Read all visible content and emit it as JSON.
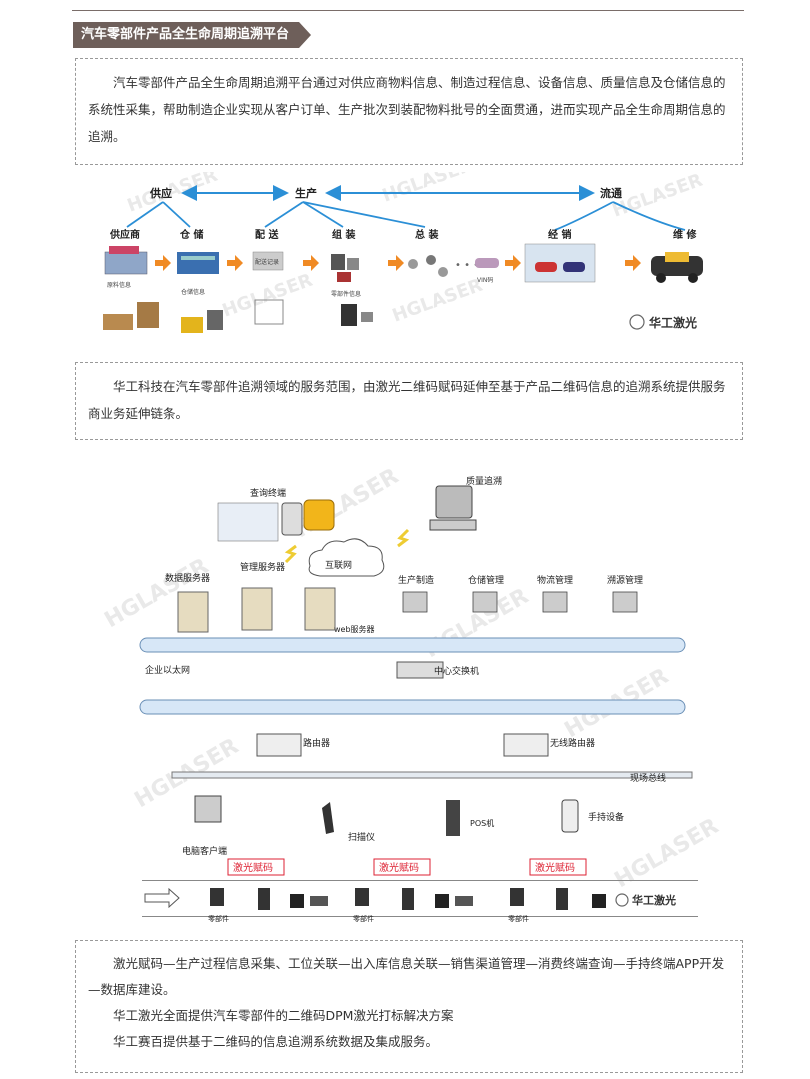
{
  "section": {
    "title": "汽车零部件产品全生命周期追溯平台",
    "intro": "汽车零部件产品全生命周期追溯平台通过对供应商物料信息、制造过程信息、设备信息、质量信息及仓储信息的系统性采集，帮助制造企业实现从客户订单、生产批次到装配物料批号的全面贯通，进而实现产品全生命周期信息的追溯。"
  },
  "flow_diagram": {
    "phases": [
      "供应",
      "生产",
      "流通"
    ],
    "nodes": [
      "供应商",
      "仓 储",
      "配 送",
      "组 装",
      "总 装",
      "经 销",
      "维 修"
    ],
    "sub_labels": [
      "原料信息",
      "仓储信息",
      "配送记录",
      "零部件信息",
      "VIN码"
    ],
    "watermark": "HGLASER",
    "brand": "华工激光"
  },
  "service_text": "华工科技在汽车零部件追溯领域的服务范围，由激光二维码赋码延伸至基于产品二维码信息的追溯系统提供服务商业务延伸链条。",
  "network_diagram": {
    "labels": {
      "query_terminal": "查询终端",
      "quality_trace": "质量追溯",
      "internet": "互联网",
      "data_server": "数据服务器",
      "mgmt_server": "管理服务器",
      "web_server": "web服务器",
      "production": "生产制造",
      "warehouse": "仓储管理",
      "logistics": "物流管理",
      "trace_mgmt": "溯源管理",
      "enterprise_lan": "企业以太网",
      "central_switch": "中心交换机",
      "router": "路由器",
      "wireless_router": "无线路由器",
      "field_bus": "现场总线",
      "pc_client": "电脑客户端",
      "scanner": "扫描仪",
      "pos": "POS机",
      "handheld": "手持设备",
      "laser_coding": "激光赋码",
      "part": "零部件"
    },
    "brand": "华工激光",
    "watermark": "HGLASER"
  },
  "closing": {
    "line1": "激光赋码—生产过程信息采集、工位关联—出入库信息关联—销售渠道管理—消费终端查询—手持终端APP开发—数据库建设。",
    "line2": "华工激光全面提供汽车零部件的二维码DPM激光打标解决方案",
    "line3": "华工赛百提供基于二维码的信息追溯系统数据及集成服务。"
  }
}
